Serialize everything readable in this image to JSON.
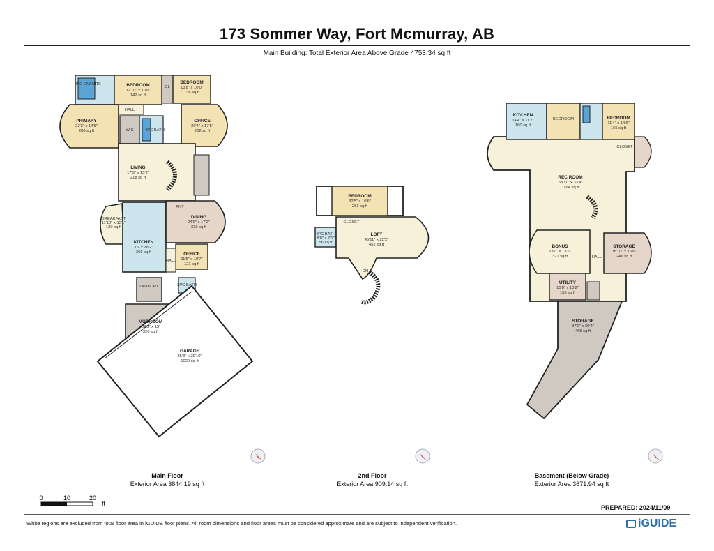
{
  "header": {
    "title": "173 Sommer Way, Fort Mcmurray, AB",
    "subtitle": "Main Building: Total Exterior Area Above Grade 4753.34 sq ft"
  },
  "floors": [
    {
      "name": "Main Floor",
      "area": "Exterior Area 3844.19 sq ft"
    },
    {
      "name": "2nd Floor",
      "area": "Exterior Area 909.14 sq ft"
    },
    {
      "name": "Basement (Below Grade)",
      "area": "Exterior Area 3671.94 sq ft"
    }
  ],
  "rooms": {
    "main": [
      {
        "name": "BEDROOM",
        "dim": "12'10\" x 10'6\"",
        "area": "142 sq ft"
      },
      {
        "name": "BEDROOM",
        "dim": "13'8\" x 10'0\"",
        "area": "136 sq ft"
      },
      {
        "name": "PRIMARY",
        "dim": "22'2\" x 14'5\"",
        "area": "286 sq ft"
      },
      {
        "name": "OFFICE",
        "dim": "20'4\" x 17'5\"",
        "area": "262 sq ft"
      },
      {
        "name": "LIVING",
        "dim": "17'3\" x 15'2\"",
        "area": "218 sq ft"
      },
      {
        "name": "BREAKFAST",
        "dim": "11'10\" x 13'1\"",
        "area": "130 sq ft"
      },
      {
        "name": "DINING",
        "dim": "24'9\" x 17'2\"",
        "area": "339 sq ft"
      },
      {
        "name": "KITCHEN",
        "dim": "16' x 28'2\"",
        "area": "365 sq ft"
      },
      {
        "name": "OFFICE",
        "dim": "11'5\" x 10'7\"",
        "area": "121 sq ft"
      },
      {
        "name": "LAUNDRY",
        "dim": "",
        "area": ""
      },
      {
        "name": "MUDROOM",
        "dim": "32'8\" x 13'",
        "area": "320 sq ft"
      },
      {
        "name": "GARAGE",
        "dim": "35'8\" x 29'10\"",
        "area": "1020 sq ft"
      }
    ],
    "main_labels": {
      "ensuite": "4PC ENSUITE",
      "wic": "WIC",
      "bath": "4PC BATH",
      "hall": "HALL",
      "pnt": "PNT",
      "cl": "CL",
      "bath2": "2PC BATH"
    },
    "second": [
      {
        "name": "BEDROOM",
        "dim": "32'5\" x 10'6\"",
        "area": "283 sq ft"
      },
      {
        "name": "4PC BATH",
        "dim": "8'8\" x 7'1\"",
        "area": "56 sq ft"
      },
      {
        "name": "LOFT",
        "dim": "45'11\" x 22'2\"",
        "area": "452 sq ft"
      }
    ],
    "second_labels": {
      "closet": "CLOSET",
      "up": "DN"
    },
    "basement": [
      {
        "name": "KITCHEN",
        "dim": "14'4\" x 11'7\"",
        "area": "160 sq ft"
      },
      {
        "name": "BEDROOM",
        "dim": "",
        "area": ""
      },
      {
        "name": "BEDROOM",
        "dim": "11'4\" x 14'6\"",
        "area": "165 sq ft"
      },
      {
        "name": "REC ROOM",
        "dim": "53'11\" x 33'4\"",
        "area": "1164 sq ft"
      },
      {
        "name": "BONUS",
        "dim": "23'0\" x 13'6\"",
        "area": "321 sq ft"
      },
      {
        "name": "STORAGE",
        "dim": "18'10\" x 16'6\"",
        "area": "246 sq ft"
      },
      {
        "name": "UTILITY",
        "dim": "15'8\" x 10'2\"",
        "area": "155 sq ft"
      },
      {
        "name": "STORAGE",
        "dim": "37'0\" x 30'4\"",
        "area": "465 sq ft"
      }
    ],
    "basement_labels": {
      "storage_side": "STORAGE",
      "hall": "HALL",
      "closet": "CLOSET"
    }
  },
  "scale": {
    "ticks": [
      "0",
      "10",
      "20"
    ],
    "unit": "ft"
  },
  "prepared": "PREPARED: 2024/11/09",
  "footer": "White regions are excluded from total floor area in iGUIDE floor plans. All room dimensions and floor areas must be considered approximate and are subject to independent verification.",
  "brand": "iGUIDE",
  "colors": {
    "wall": "#222222",
    "bedroom": "#f3e2b3",
    "living": "#f7f1d9",
    "kitchen": "#cde6ee",
    "bath": "#5aa4d6",
    "utility": "#cfc9c1",
    "dining": "#e5d6c9",
    "garage": "#ffffff",
    "brand": "#2d6fa8"
  }
}
